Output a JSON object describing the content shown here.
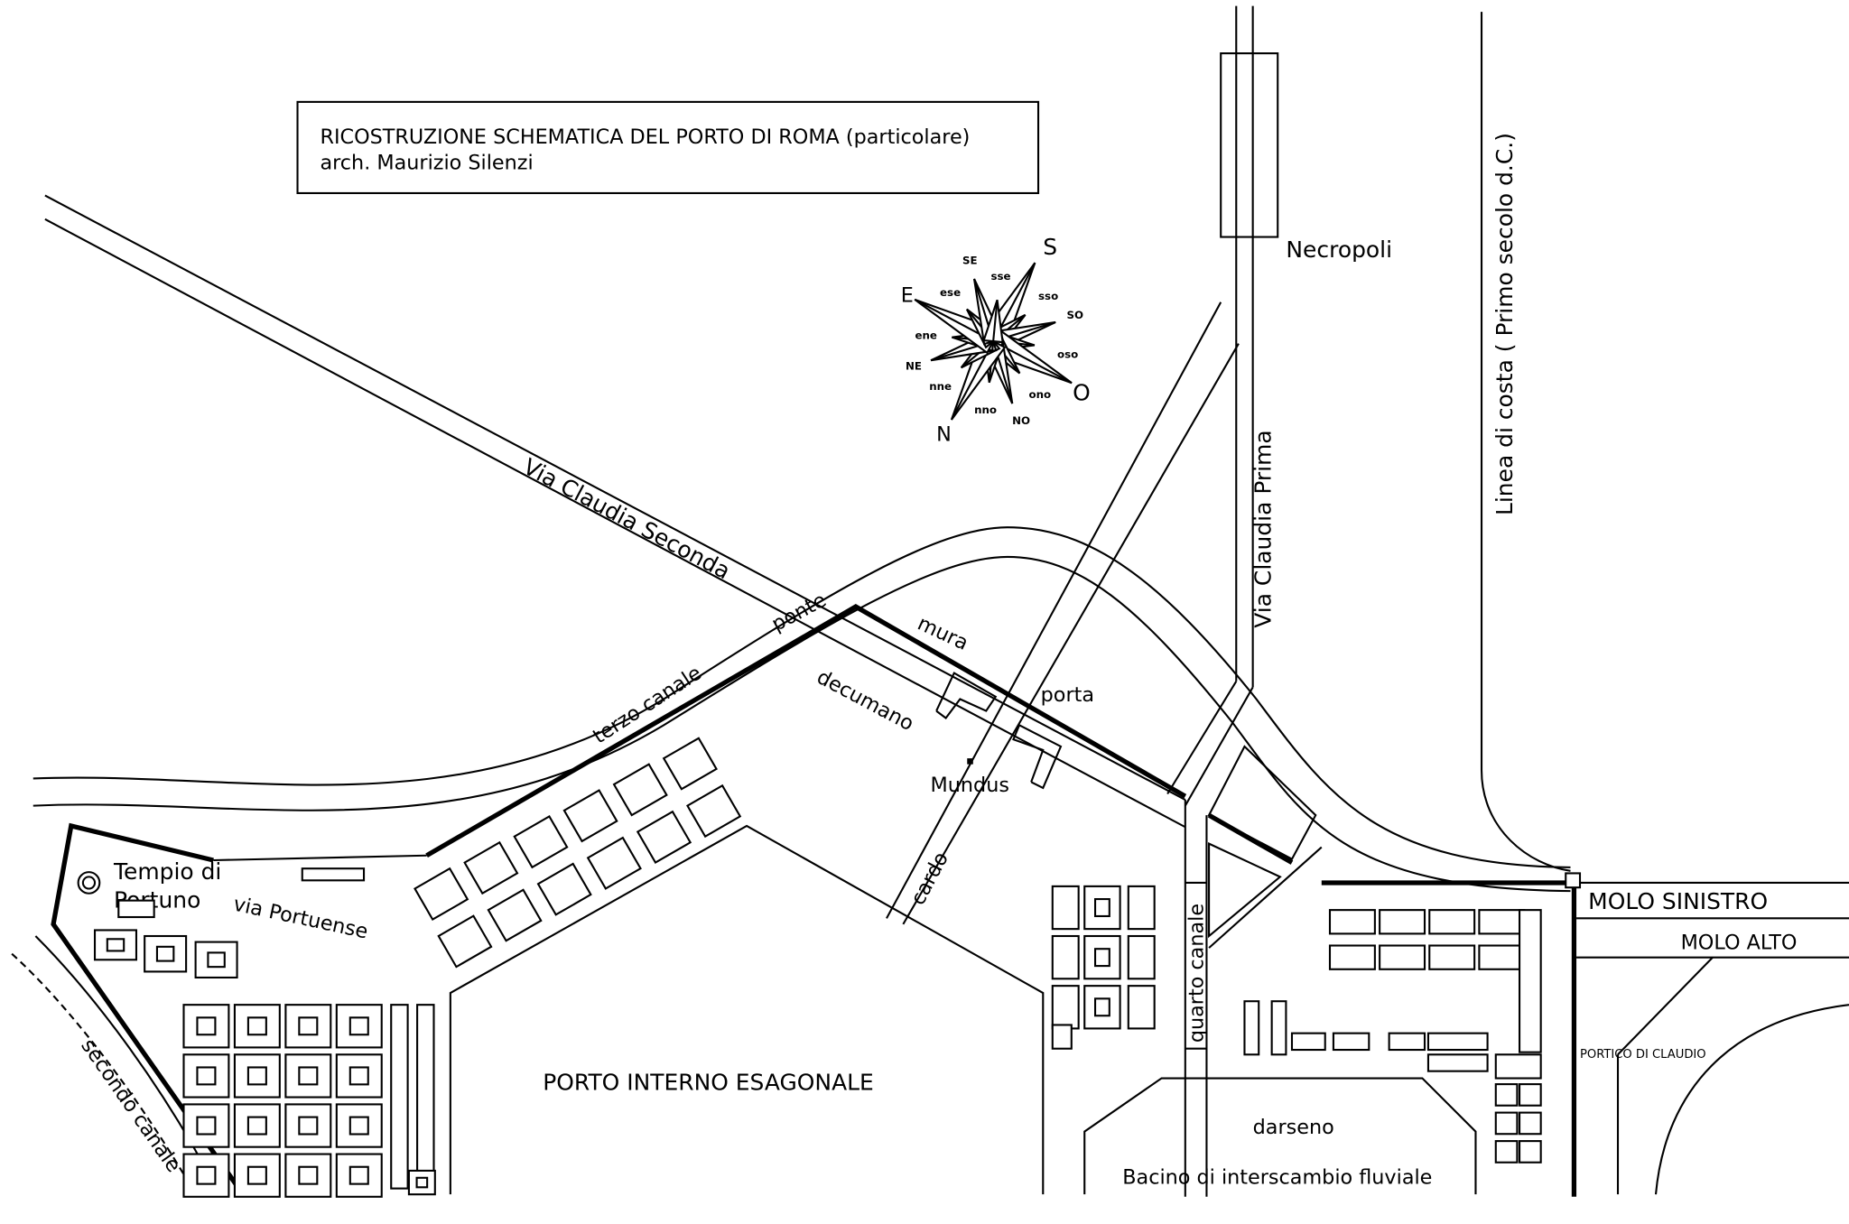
{
  "title_box": {
    "line1": "RICOSTRUZIONE SCHEMATICA DEL PORTO DI ROMA  (particolare)",
    "line2": "arch. Maurizio Silenzi"
  },
  "compass": {
    "main": {
      "S": "S",
      "E": "E",
      "N": "N",
      "O": "O"
    },
    "inter": {
      "SE": "SE",
      "SO": "SO",
      "NE": "NE",
      "NO": "NO"
    },
    "minor": {
      "sse": "sse",
      "ese": "ese",
      "ene": "ene",
      "nne": "nne",
      "nno": "nno",
      "ono": "ono",
      "oso": "oso",
      "sso": "sso"
    }
  },
  "labels": {
    "necropoli": "Necropoli",
    "linea_costa": "Linea di costa ( Primo secolo d.C.)",
    "via_claudia_prima": "Via Claudia Prima",
    "via_claudia_seconda": "Via Claudia Seconda",
    "ponte": "ponte",
    "terzo_canale": "terzo canale",
    "decumano": "decumano",
    "mura": "mura",
    "porta": "porta",
    "mundus": "Mundus",
    "cardo": "cardo",
    "tempio": "Tempio di",
    "portuno": "Portuno",
    "via_portuense": "via Portuense",
    "secondo_canale": "secondo canale",
    "porto_interno": "PORTO INTERNO ESAGONALE",
    "quarto_canale": "quarto canale",
    "darseno": "darseno",
    "bacino": "Bacino di interscambio fluviale",
    "molo_sinistro": "MOLO SINISTRO",
    "molo_alto": "MOLO ALTO",
    "portico": "PORTICO DI CLAUDIO"
  }
}
